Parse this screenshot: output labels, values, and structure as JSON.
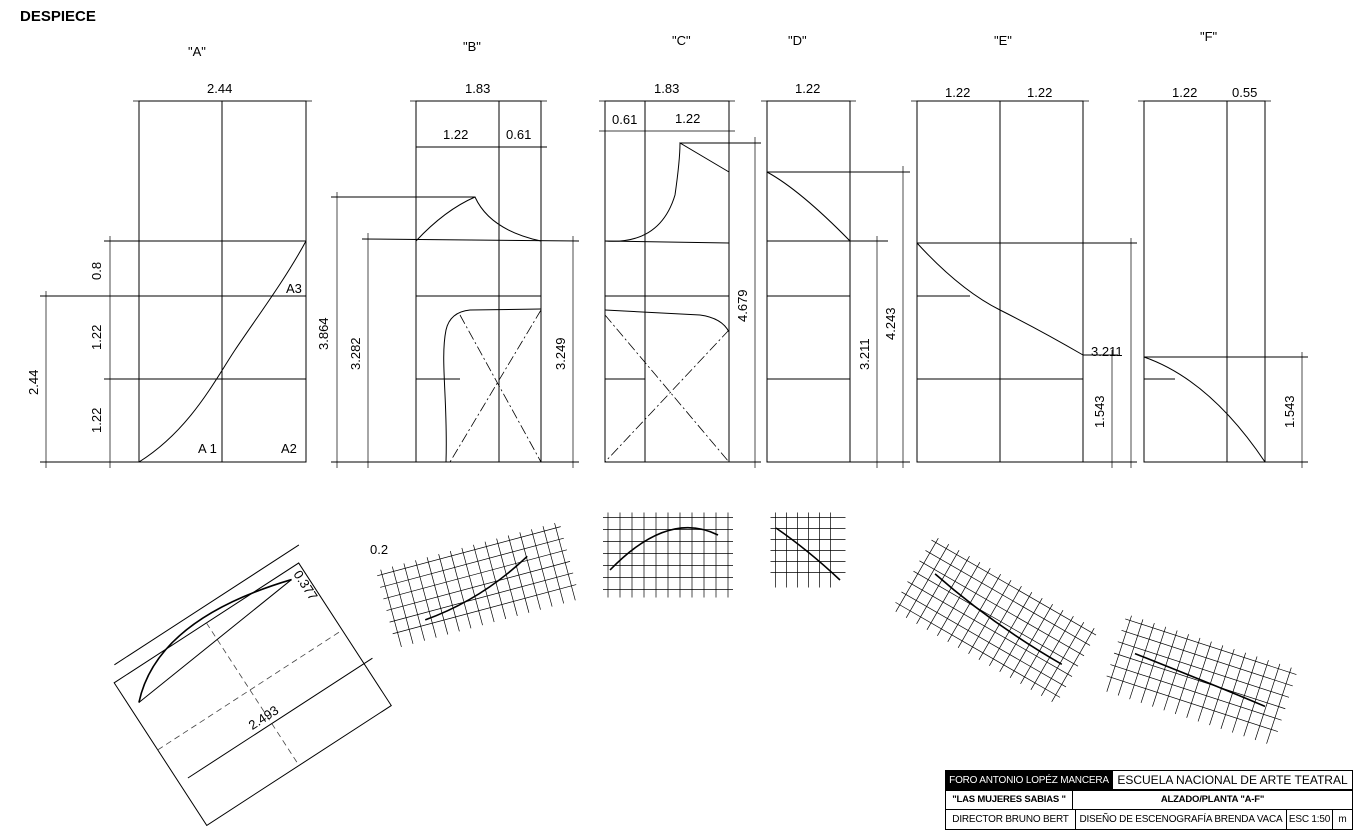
{
  "title": "DESPIECE",
  "panels": {
    "A": {
      "label": "\"A\"",
      "width": "2.44",
      "dims": [
        "0.8",
        "1.22",
        "1.22"
      ],
      "total": "2.44",
      "marks": [
        "A 1",
        "A2",
        "A3"
      ]
    },
    "B": {
      "label": "\"B\"",
      "width": "1.83",
      "sub": [
        "1.22",
        "0.61"
      ],
      "dims": [
        "3.864",
        "3.282",
        "3.249"
      ]
    },
    "C": {
      "label": "\"C\"",
      "width": "1.83",
      "sub": [
        "0.61",
        "1.22"
      ],
      "dims": [
        "4.679"
      ]
    },
    "D": {
      "label": "\"D\"",
      "width": "1.22",
      "dims": [
        "3.211",
        "4.243"
      ]
    },
    "E": {
      "label": "\"E\"",
      "sub": [
        "1.22",
        "1.22"
      ],
      "dims": [
        "3.211",
        "1.543"
      ]
    },
    "F": {
      "label": "\"F\"",
      "sub": [
        "1.22",
        "0.55"
      ],
      "dims": [
        "1.543"
      ]
    }
  },
  "plans": {
    "A": {
      "dims": [
        "0.377",
        "2.493"
      ]
    },
    "B": {
      "dims": [
        "0.2"
      ]
    }
  },
  "title_block": {
    "venue": "FORO ANTONIO LOPÉZ MANCERA",
    "school": "ESCUELA NACIONAL DE ARTE TEATRAL",
    "play": "\"LAS MUJERES SABIAS \"",
    "sheet": "ALZADO/PLANTA  \"A-F\"",
    "director": "DIRECTOR BRUNO BERT",
    "designer": "DISEÑO DE ESCENOGRAFÍA BRENDA VACA",
    "scale": "ESC 1:50",
    "units": "m"
  }
}
